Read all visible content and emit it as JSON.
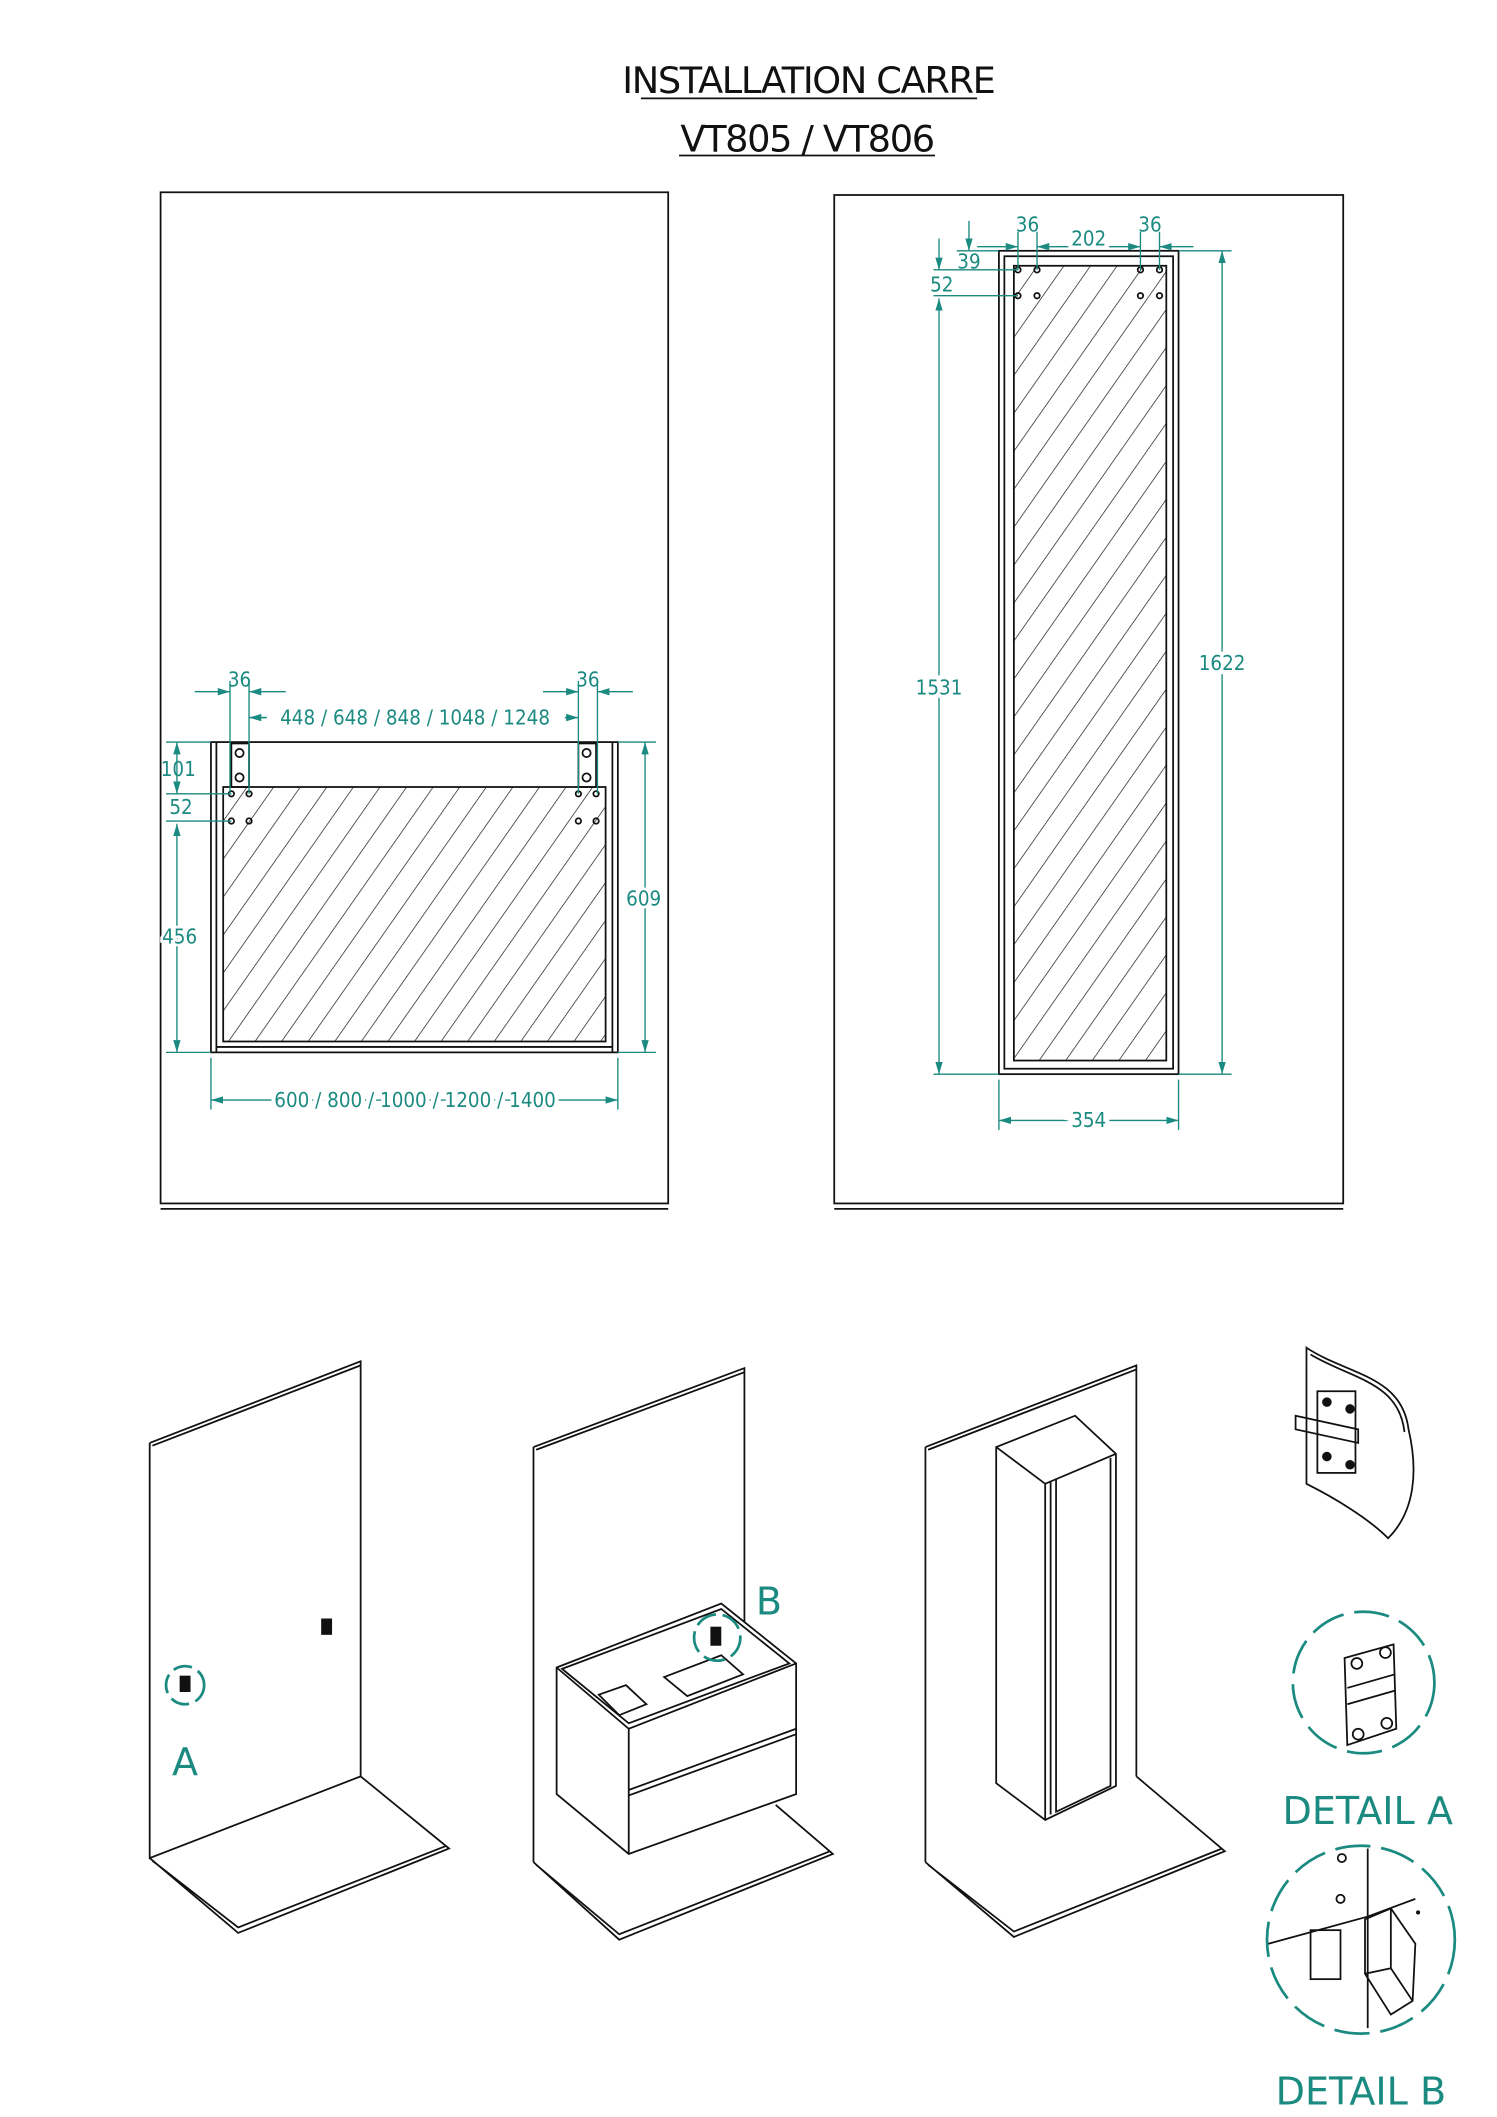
{
  "title": {
    "line1": "INSTALLATION CARRE",
    "line2": "VT805 / VT806"
  },
  "colors": {
    "dimension": "#1b8a80",
    "line": "#111111"
  },
  "vanity_elevation": {
    "bracket_width_left": "36",
    "bracket_width_right": "36",
    "bracket_spacing": "448 /  648  / 848 / 1048 / 1248",
    "top_to_bracket": "101",
    "hole_spacing": "52",
    "floor_height": "456",
    "cabinet_height": "609",
    "cabinet_width": "600 / 800  / 1000 / 1200 / 1400"
  },
  "column_elevation": {
    "bracket_width_left": "36",
    "bracket_spacing": "202",
    "bracket_width_right": "36",
    "top_offset": "39",
    "hole_spacing": "52",
    "floor_height": "1531",
    "cabinet_height": "1622",
    "cabinet_width": "354"
  },
  "isometric": {
    "marker_a": "A",
    "marker_b": "B"
  },
  "details": {
    "detail_a": "DETAIL A",
    "detail_b": "DETAIL B"
  }
}
